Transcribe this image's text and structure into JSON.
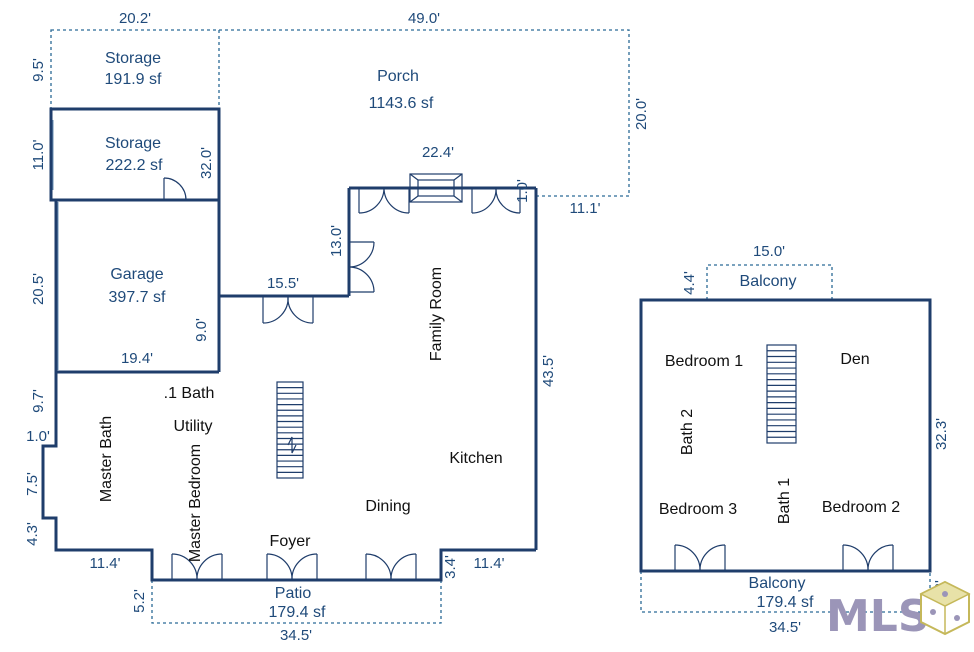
{
  "dimensions": {
    "storage_top_width": "20.2'",
    "porch_width": "49.0'",
    "storage_top_height": "9.5'",
    "porch_height": "20.0'",
    "storage_height": "11.0'",
    "storage_side": "32.0'",
    "fireplace_width": "22.4'",
    "porch_return": "1.0'",
    "porch_offset": "11.1'",
    "family_jog": "13.0'",
    "garage_height": "20.5'",
    "garage_connector": "15.5'",
    "garage_side": "9.0'",
    "garage_width": "19.4'",
    "right_side": "43.5'",
    "left_upper": "9.7'",
    "left_jog1": "1.0'",
    "left_mid": "7.5'",
    "left_low": "4.3'",
    "bottom_left": "11.4'",
    "bottom_right": "11.4'",
    "patio_height": "5.2'",
    "patio_right": "3.4'",
    "patio_width": "34.5'",
    "balcony_top_width": "15.0'",
    "balcony_top_depth": "4.4'",
    "upper_side": "32.3'",
    "balcony_bottom_width": "34.5'",
    "balcony_bottom_depth": "5.2'"
  },
  "rooms": {
    "storage_top": "Storage",
    "storage_top_area": "191.9 sf",
    "storage": "Storage",
    "storage_area": "222.2 sf",
    "porch": "Porch",
    "porch_area": "1143.6 sf",
    "garage": "Garage",
    "garage_area": "397.7 sf",
    "family_room": "Family Room",
    "half_bath": ".1 Bath",
    "utility": "Utility",
    "master_bath": "Master Bath",
    "master_bedroom": "Master Bedroom",
    "kitchen": "Kitchen",
    "dining": "Dining",
    "foyer": "Foyer",
    "patio": "Patio",
    "patio_area": "179.4 sf",
    "balcony_top": "Balcony",
    "bedroom1": "Bedroom 1",
    "den": "Den",
    "bath2": "Bath 2",
    "bath1": "Bath 1",
    "bedroom3": "Bedroom 3",
    "bedroom2": "Bedroom 2",
    "balcony_bottom": "Balcony",
    "balcony_bottom_area": "179.4 sf"
  },
  "watermark": {
    "text": "MLS",
    "icon": "mls-cube-logo"
  },
  "colors": {
    "wall": "#1f3d6b",
    "dimension": "#1f4a7a",
    "dashed": "#2b6a96",
    "logo": "#9b95b8"
  }
}
